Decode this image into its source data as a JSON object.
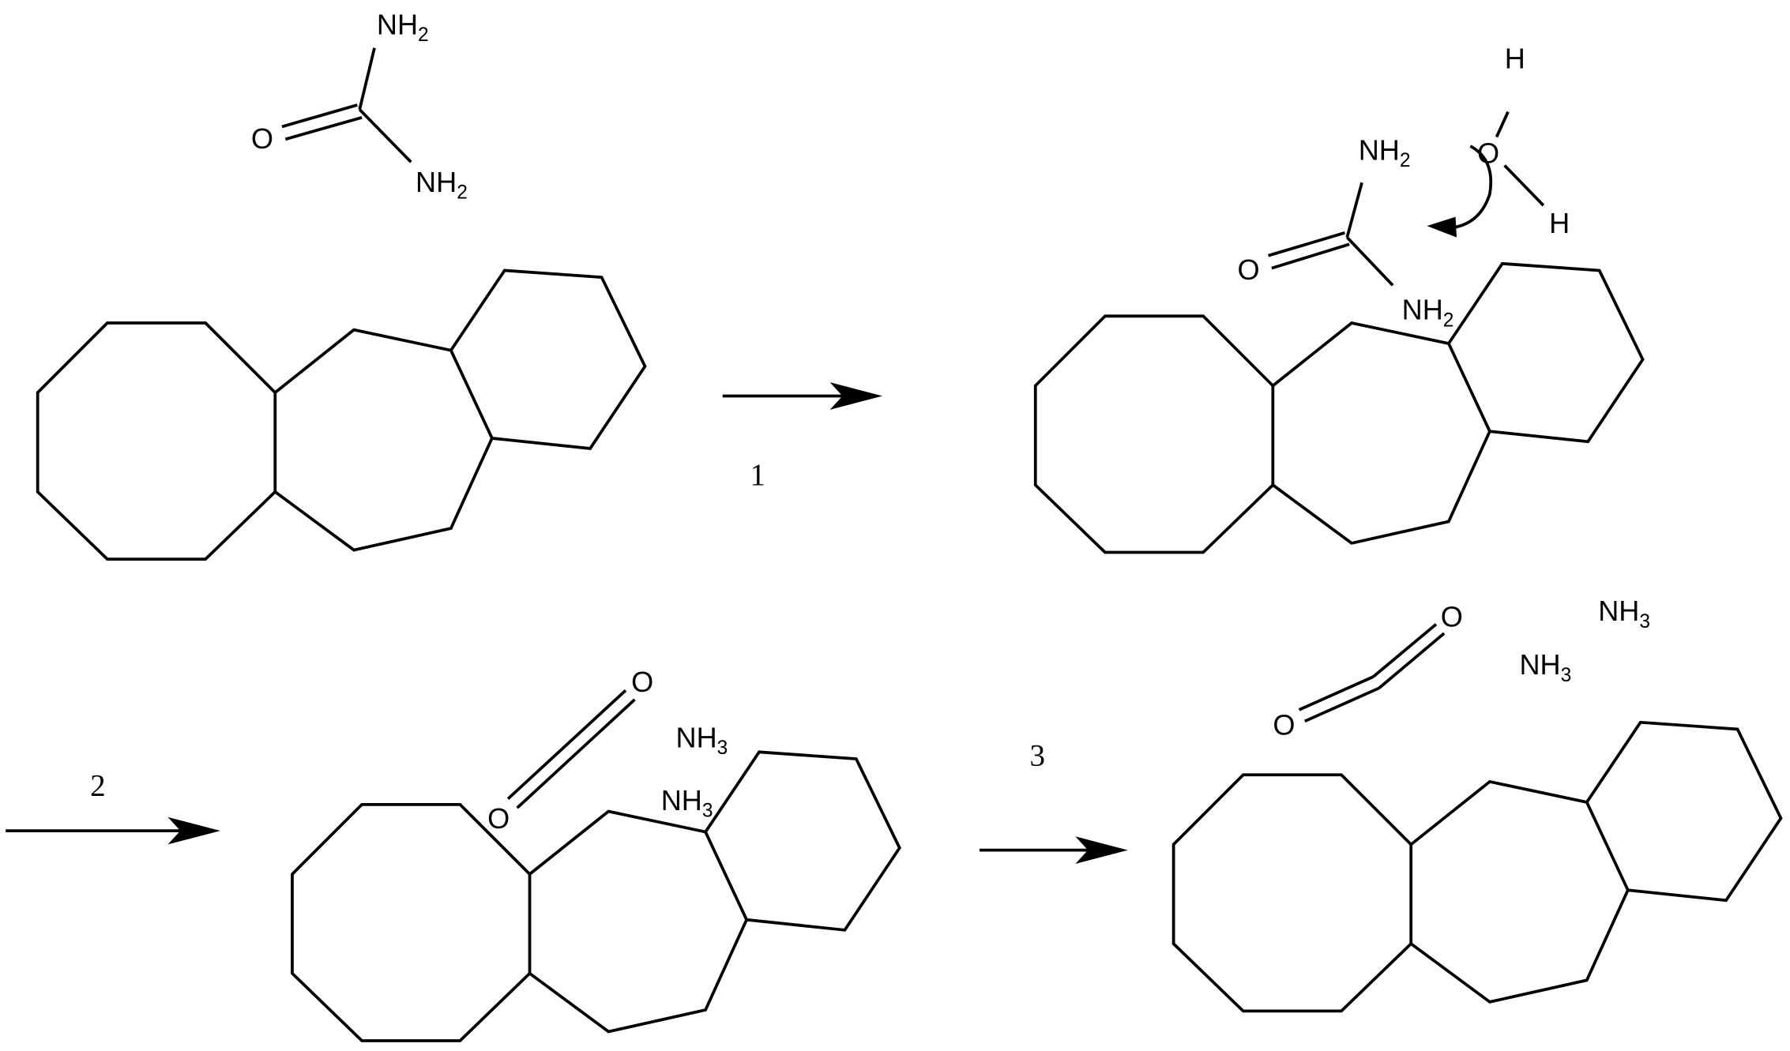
{
  "reaction": {
    "steps": [
      {
        "label": "1"
      },
      {
        "label": "2"
      },
      {
        "label": "3"
      }
    ],
    "atoms": {
      "nh": "NH",
      "sub2": "2",
      "sub3": "3",
      "o": "O",
      "h": "H"
    }
  }
}
